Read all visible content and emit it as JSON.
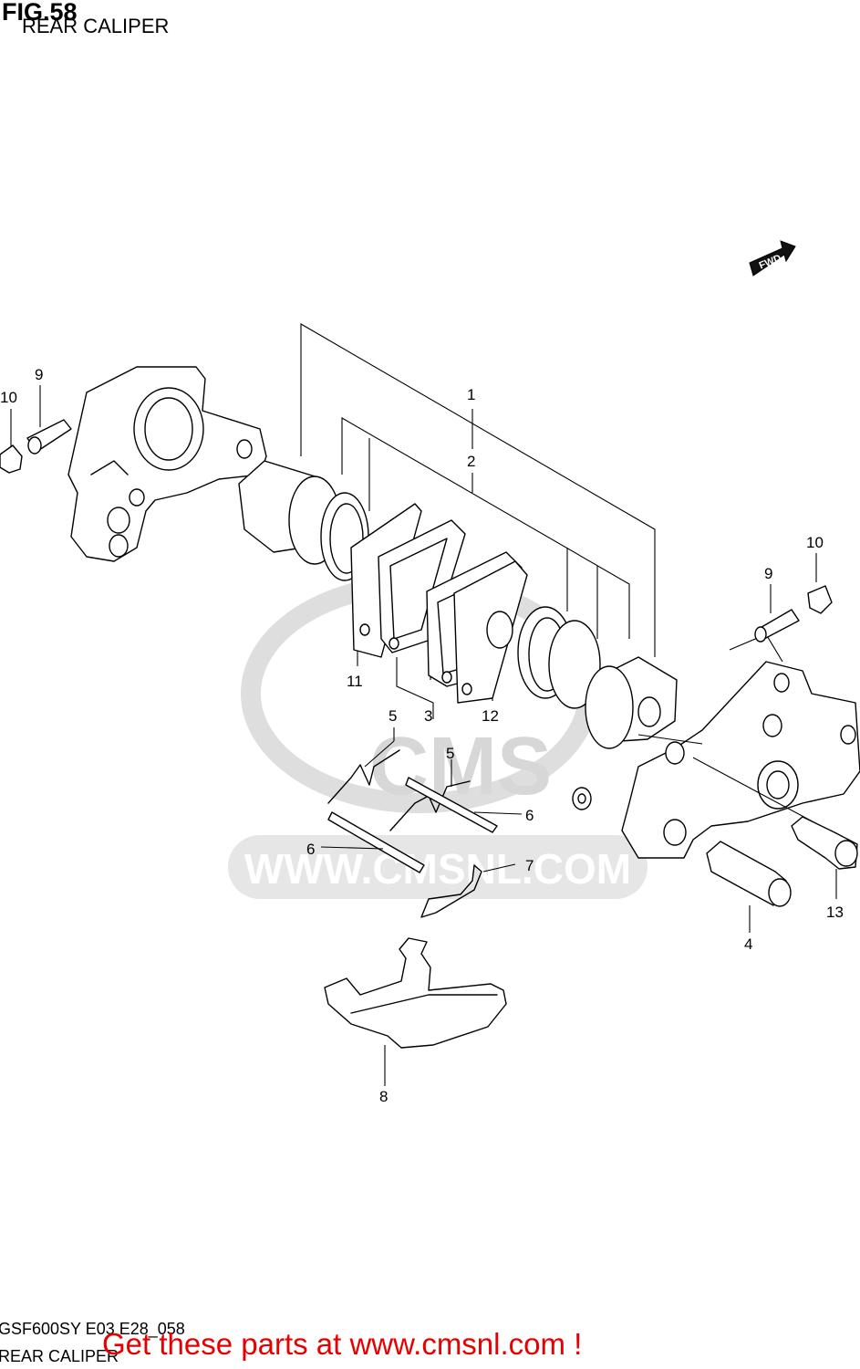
{
  "figure": {
    "title": "FIG.58",
    "subtitle": "REAR CALIPER"
  },
  "footer": {
    "code": "GSF600SY E03 E28_058",
    "subtitle": "REAR CALIPER",
    "link": "Get these parts at www.cmsnl.com !",
    "link_color": "#e80000"
  },
  "direction_badge": "FWD",
  "watermark": {
    "logo_text": "CMS",
    "url_text": "WWW.CMSNL.COM",
    "color": "#d7d7d7"
  },
  "part_labels": [
    "10",
    "9",
    "1",
    "2",
    "10",
    "9",
    "11",
    "3",
    "12",
    "5",
    "5",
    "6",
    "6",
    "7",
    "13",
    "4",
    "8"
  ]
}
